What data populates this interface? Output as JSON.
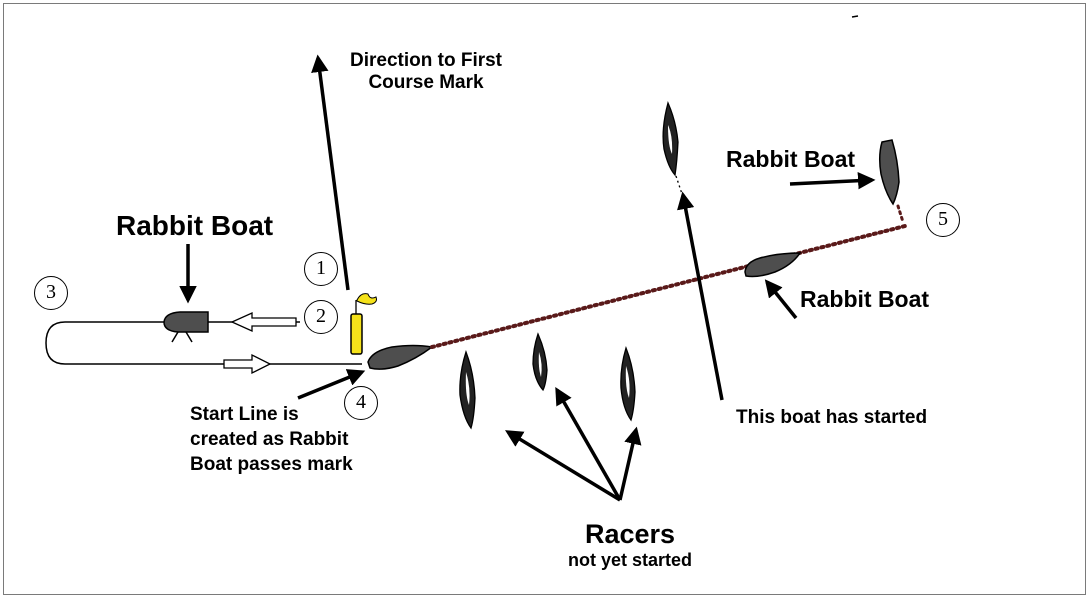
{
  "labels": {
    "direction_line1": "Direction to First",
    "direction_line2": "Course Mark",
    "rabbit_boat_left": "Rabbit Boat",
    "rabbit_boat_top_right": "Rabbit Boat",
    "rabbit_boat_mid_right": "Rabbit Boat",
    "start_line_1": "Start Line is",
    "start_line_2": "created as Rabbit",
    "start_line_3": "Boat passes mark",
    "boat_started": "This boat has started",
    "racers": "Racers",
    "racers_sub": "not yet started"
  },
  "steps": [
    "1",
    "2",
    "3",
    "4",
    "5"
  ],
  "colors": {
    "ink": "#000000",
    "boat_fill": "#555555",
    "mark_yellow": "#f5e21a",
    "frame": "#7a7a7a",
    "dotted_line": "#5a1a1a"
  }
}
